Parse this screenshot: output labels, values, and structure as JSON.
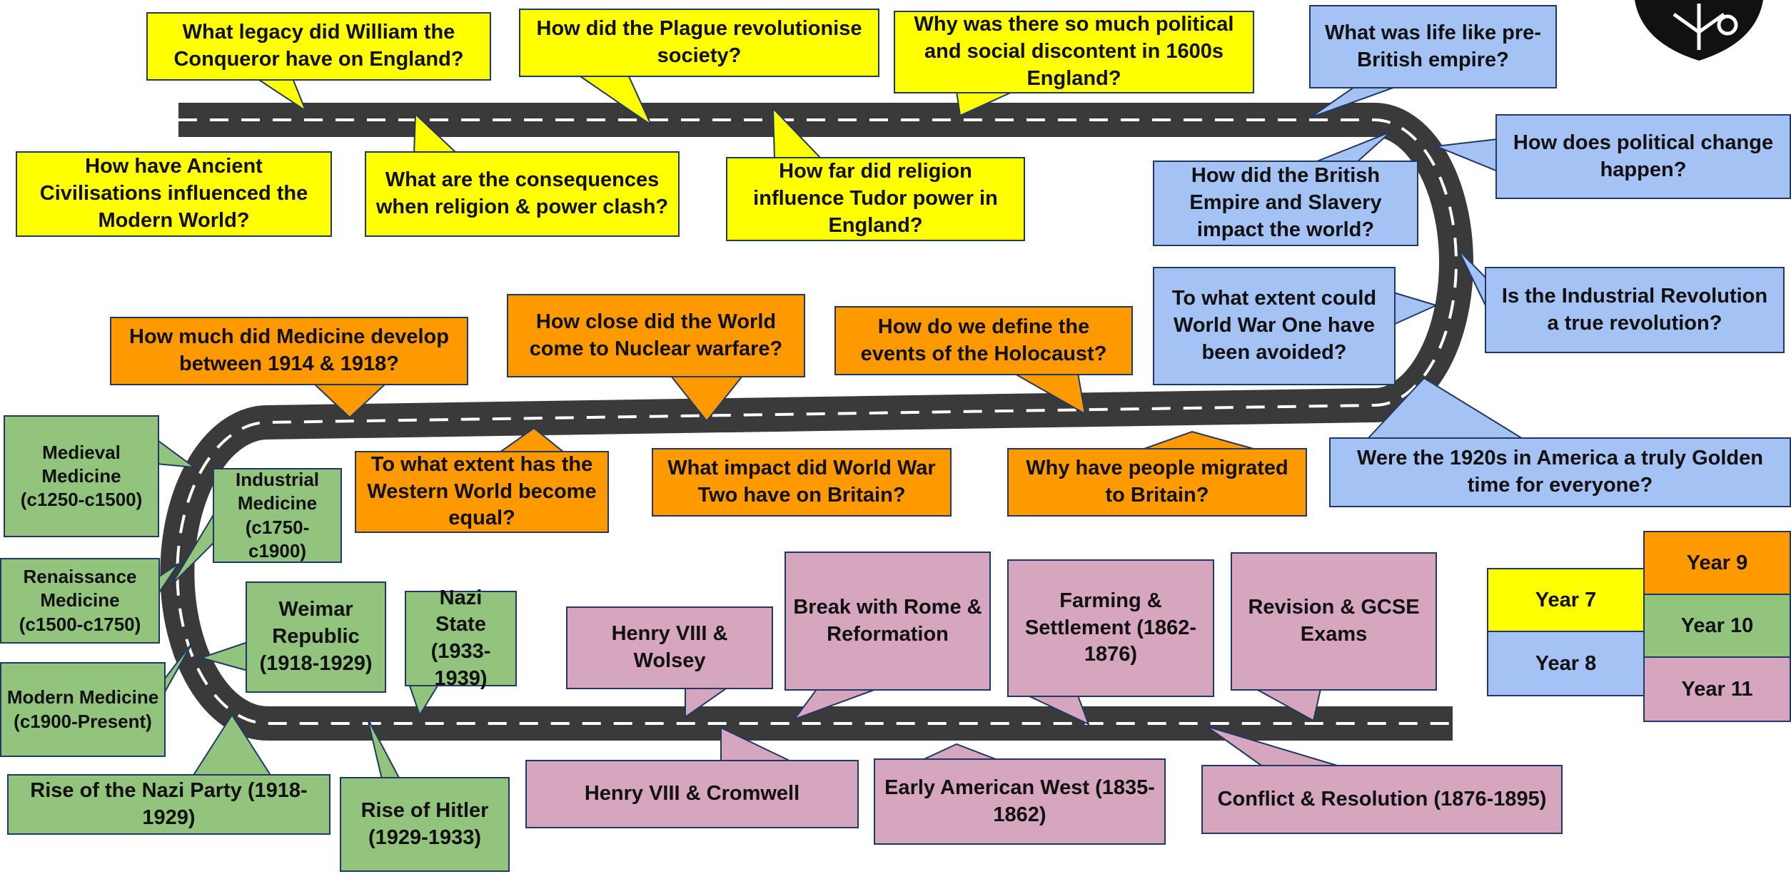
{
  "colors": {
    "year7": "#ffff00",
    "year8": "#a4c2f4",
    "year9": "#ff9900",
    "year10": "#93c47d",
    "year11": "#d5a6bd",
    "road": "#3a3a3a",
    "road_lines": "#ffffff",
    "border": "#1f3864"
  },
  "icons": {
    "logo": "school-crest-icon"
  },
  "year7": [
    "What legacy did William the Conqueror have on England?",
    "How did the Plague revolutionise society?",
    "Why was there so much political and social discontent in 1600s England?",
    "How have Ancient Civilisations influenced the Modern World?",
    "What are the consequences when religion & power clash?",
    "How far did religion influence Tudor power in England?"
  ],
  "year8": [
    "What was life like pre-British empire?",
    "How does political change happen?",
    "How did the British Empire and Slavery impact the world?",
    "Is the Industrial Revolution a true revolution?",
    "To what extent could World War One have been avoided?",
    "Were the 1920s in America a truly Golden time for everyone?"
  ],
  "year9": [
    "How much did Medicine develop between 1914 & 1918?",
    "How close did the World come to Nuclear warfare?",
    "How do we define the events of the Holocaust?",
    "To what extent has the Western World become equal?",
    "What impact did World War Two have on Britain?",
    "Why have people migrated to Britain?"
  ],
  "year10": [
    "Medieval Medicine (c1250-c1500)",
    "Industrial Medicine (c1750-c1900)",
    "Renaissance Medicine (c1500-c1750)",
    "Modern Medicine (c1900-Present)",
    "Weimar Republic (1918-1929)",
    "Nazi State (1933-1939)",
    "Rise of the Nazi Party (1918-1929)",
    "Rise of Hitler (1929-1933)"
  ],
  "year11": [
    "Henry VIII & Wolsey",
    "Break with Rome & Reformation",
    "Farming & Settlement (1862-1876)",
    "Revision & GCSE Exams",
    "Henry VIII & Cromwell",
    "Early American West (1835-1862)",
    "Conflict & Resolution (1876-1895)"
  ],
  "key": {
    "year7": "Year 7",
    "year8": "Year 8",
    "year9": "Year 9",
    "year10": "Year 10",
    "year11": "Year 11"
  }
}
